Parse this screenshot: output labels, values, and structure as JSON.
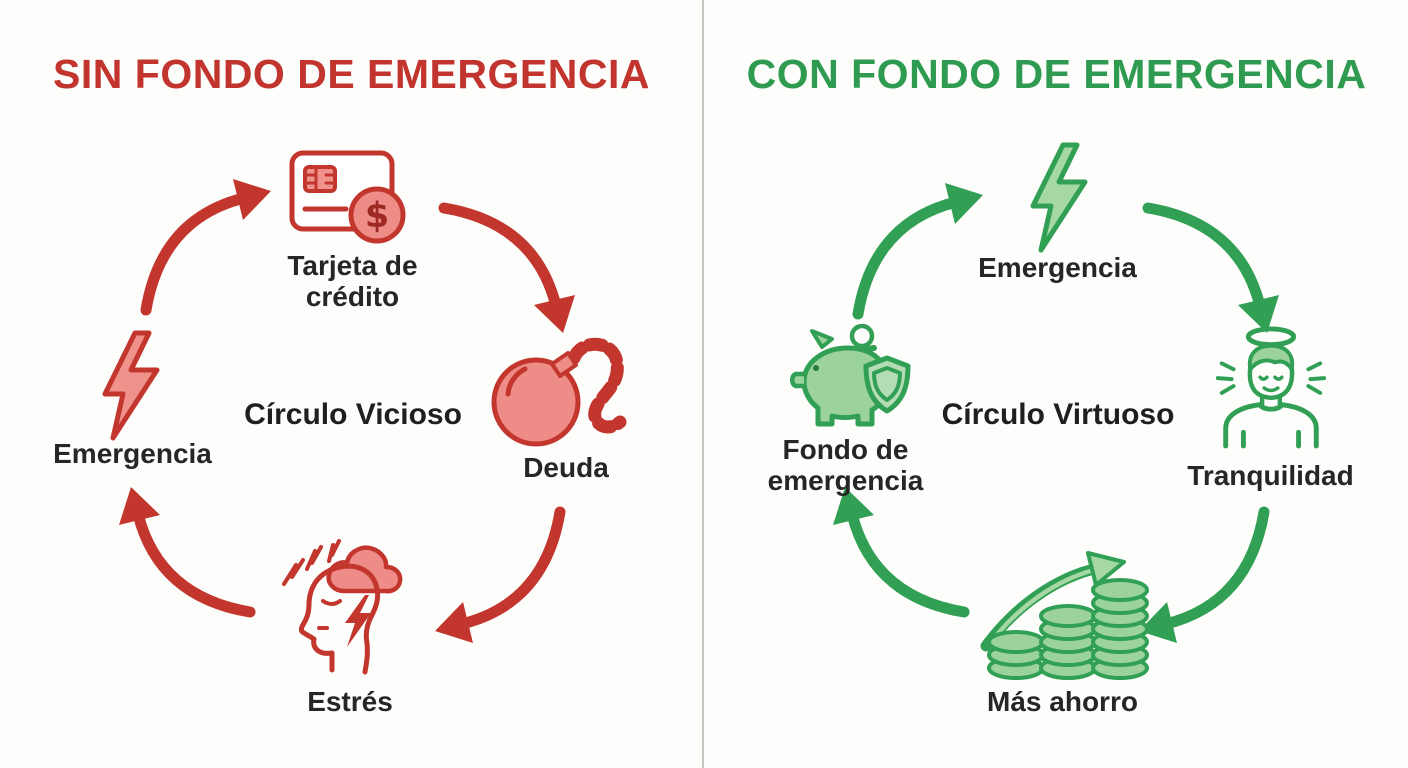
{
  "palette": {
    "background": "#fdfdfb",
    "divider": "#c6c6c2",
    "ink": "#262626",
    "red-stroke": "#c2362e",
    "red-fill": "#f0928c",
    "red-fill-soft": "#ee8d87",
    "red-title": "#c2342e",
    "green-stroke": "#31a055",
    "green-fill": "#9cd39d",
    "green-fill-soft": "#a6d8a6",
    "green-title": "#2f9b51"
  },
  "left": {
    "title": "SIN FONDO DE EMERGENCIA",
    "center_label": "Círculo Vicioso",
    "nodes": {
      "top": {
        "label": "Tarjeta de crédito",
        "icon": "credit-card-icon"
      },
      "right": {
        "label": "Deuda",
        "icon": "ball-and-chain-icon"
      },
      "bottom": {
        "label": "Estrés",
        "icon": "stressed-head-icon"
      },
      "left": {
        "label": "Emergencia",
        "icon": "lightning-bolt-icon"
      }
    }
  },
  "right": {
    "title": "CON FONDO DE EMERGENCIA",
    "center_label": "Círculo Virtuoso",
    "nodes": {
      "top": {
        "label": "Emergencia",
        "icon": "lightning-bolt-icon"
      },
      "right": {
        "label": "Tranquilidad",
        "icon": "calm-person-icon"
      },
      "bottom": {
        "label": "Más ahorro",
        "icon": "coin-stacks-growth-icon"
      },
      "left": {
        "label": "Fondo de emergencia",
        "icon": "piggy-bank-shield-icon"
      }
    }
  }
}
